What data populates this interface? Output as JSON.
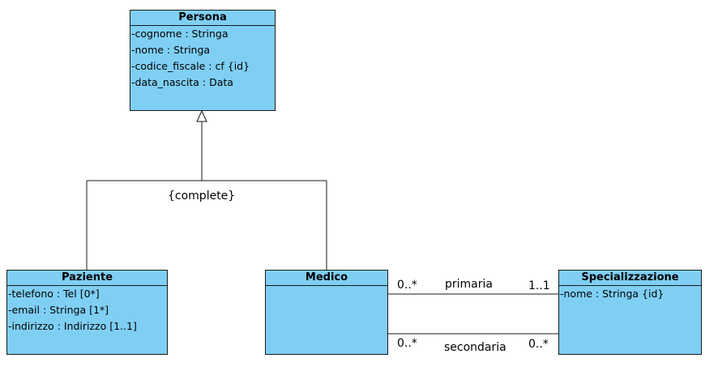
{
  "classes": {
    "persona": {
      "name": "Persona",
      "attributes": [
        "-cognome : Stringa",
        "-nome : Stringa",
        "-codice_fiscale : cf {id}",
        "-data_nascita : Data"
      ]
    },
    "paziente": {
      "name": "Paziente",
      "attributes": [
        "-telefono : Tel [0*]",
        "-email : Stringa [1*]",
        "-indirizzo : Indirizzo [1..1]"
      ]
    },
    "medico": {
      "name": "Medico",
      "attributes": []
    },
    "specializzazione": {
      "name": "Specializzazione",
      "attributes": [
        "-nome : Stringa {id}"
      ]
    }
  },
  "generalization": {
    "constraint": "{complete}"
  },
  "associations": {
    "primaria": {
      "name": "primaria",
      "medico_mult": "0..*",
      "spec_mult": "1..1"
    },
    "secondaria": {
      "name": "secondaria",
      "medico_mult": "0..*",
      "spec_mult": "0..*"
    }
  },
  "colors": {
    "class_fill": "#7fcff4",
    "line": "#1a1a1a"
  }
}
